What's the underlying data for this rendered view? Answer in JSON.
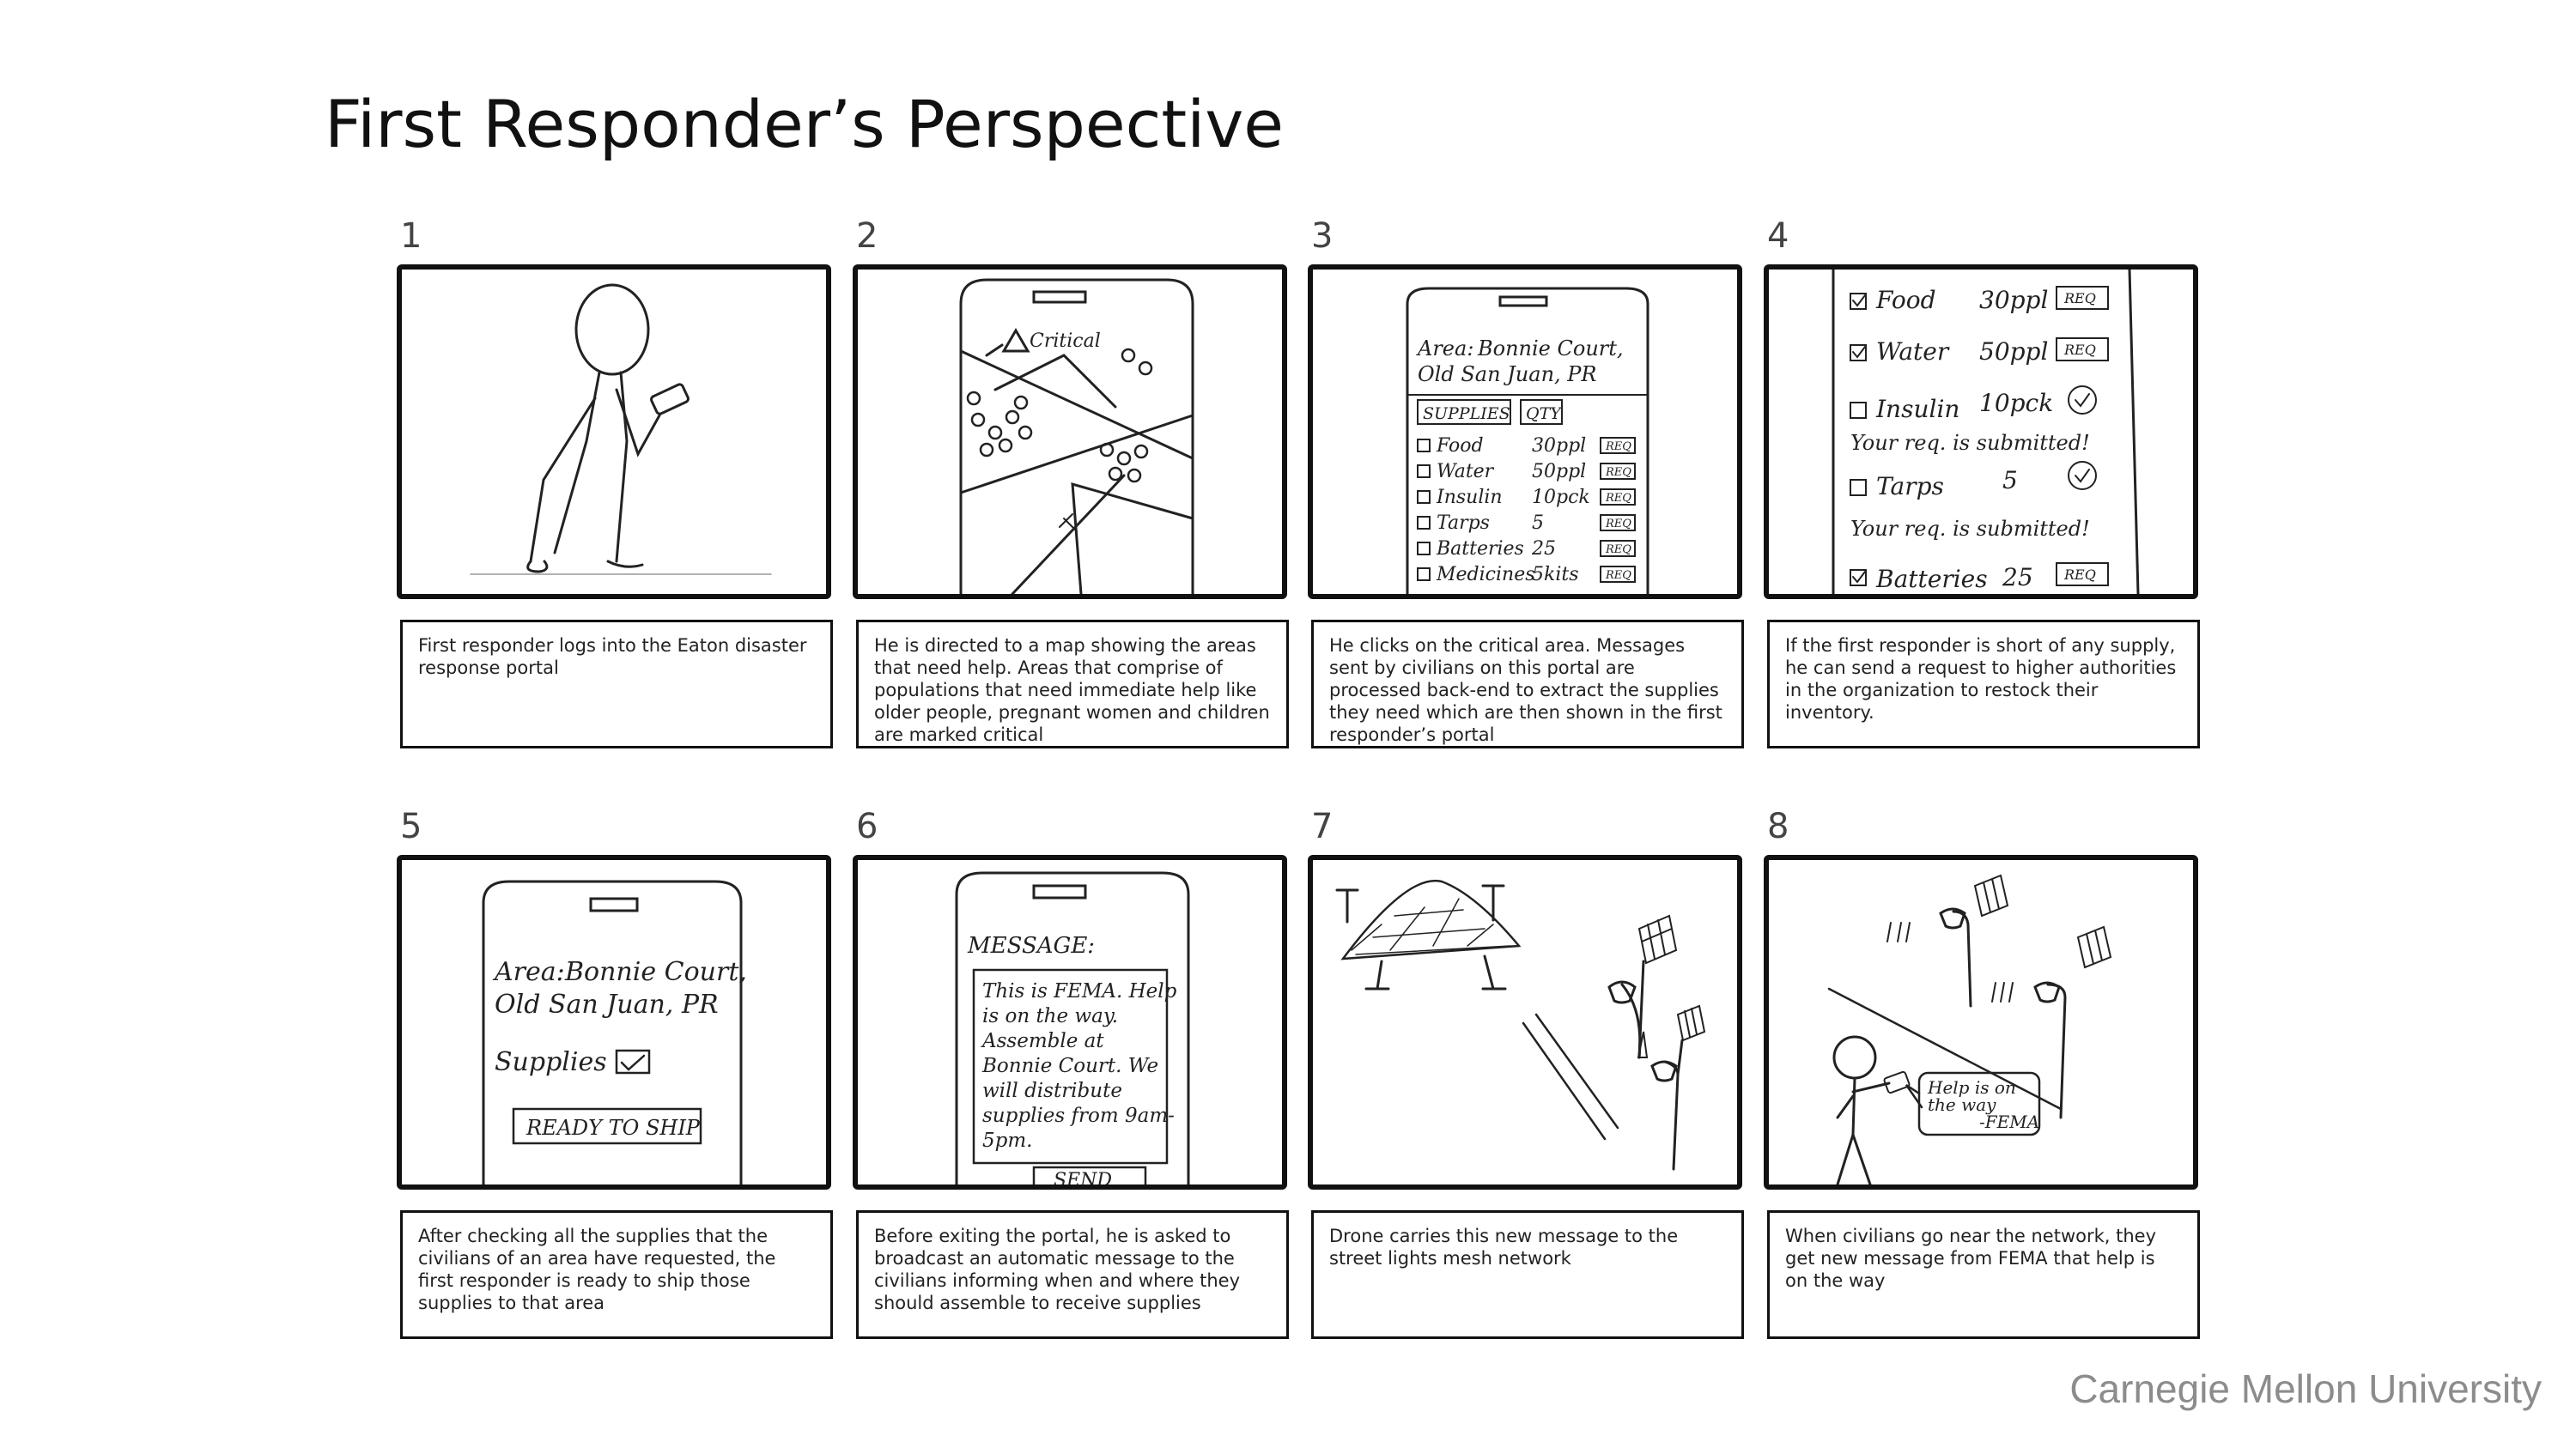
{
  "page": {
    "title": "First Responder’s Perspective",
    "footer": "Carnegie Mellon University"
  },
  "panels": [
    {
      "number": "1",
      "caption": "First responder logs into the Eaton disaster response portal"
    },
    {
      "number": "2",
      "caption": "He is directed to a map showing the areas that need help. Areas that comprise of populations that need immediate help like older people, pregnant women and children are marked critical"
    },
    {
      "number": "3",
      "caption": "He clicks on the critical area. Messages sent by civilians on this portal are processed back-end to extract the supplies they need which are then shown in the first responder’s portal"
    },
    {
      "number": "4",
      "caption": "If the first responder is short of any supply, he can send a request to higher authorities in the organization to restock their inventory."
    },
    {
      "number": "5",
      "caption": "After checking all the supplies that the civilians of an area have requested, the first responder is ready to ship those supplies to that area"
    },
    {
      "number": "6",
      "caption": "Before exiting the portal, he is asked to broadcast an automatic message to the civilians informing when and where they should assemble to receive supplies"
    },
    {
      "number": "7",
      "caption": "Drone carries this new message to the street lights mesh network"
    },
    {
      "number": "8",
      "caption": "When civilians go near the network, they get new message from FEMA that help is on the way"
    }
  ],
  "sketches": {
    "map_label": "Critical",
    "area_label": "Area:",
    "area_line1": "Bonnie Court,",
    "area_line2": "Old San Juan, PR",
    "col_supplies": "SUPPLIES",
    "col_qty": "QTY",
    "req": "REQ",
    "items": [
      {
        "name": "Food",
        "qty": "30ppl"
      },
      {
        "name": "Water",
        "qty": "50ppl"
      },
      {
        "name": "Insulin",
        "qty": "10pck"
      },
      {
        "name": "Tarps",
        "qty": "5"
      },
      {
        "name": "Batteries",
        "qty": "25"
      },
      {
        "name": "Medicines",
        "qty": "5kits"
      }
    ],
    "submitted": "Your req. is submitted!",
    "supplies_label": "Supplies",
    "ready_button": "READY TO SHIP",
    "message_label": "MESSAGE:",
    "message_lines": [
      "This is FEMA. Help",
      "is on the way.",
      "Assemble at",
      "Bonnie Court. We",
      "will distribute",
      "supplies from 9am-",
      "5pm."
    ],
    "send_button": "SEND",
    "bubble_line1": "Help is on",
    "bubble_line2": "the way",
    "bubble_sign": "-FEMA"
  }
}
